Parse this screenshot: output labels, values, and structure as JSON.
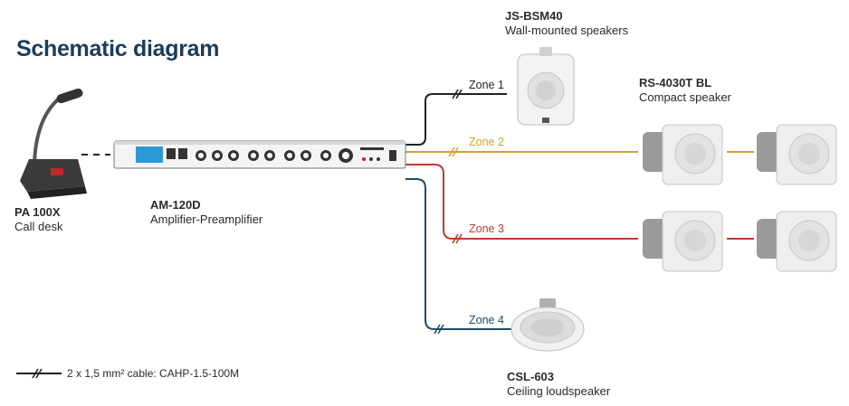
{
  "title": "Schematic diagram",
  "devices": {
    "call_desk": {
      "name": "PA 100X",
      "desc": "Call desk"
    },
    "amplifier": {
      "name": "AM-120D",
      "desc": "Amplifier-Preamplifier"
    },
    "wall_speakers": {
      "name": "JS-BSM40",
      "desc": "Wall-mounted speakers"
    },
    "compact_speaker": {
      "name": "RS-4030T BL",
      "desc": "Compact speaker"
    },
    "ceiling_speaker": {
      "name": "CSL-603",
      "desc": "Ceiling loudspeaker"
    }
  },
  "zones": [
    {
      "label": "Zone 1",
      "color": "#222222"
    },
    {
      "label": "Zone 2",
      "color": "#d9a12a"
    },
    {
      "label": "Zone 3",
      "color": "#c23a2e"
    },
    {
      "label": "Zone 4",
      "color": "#1f4d6b"
    }
  ],
  "legend": {
    "text": "2 x 1,5 mm² cable: CAHP-1.5-100M"
  },
  "colors": {
    "title": "#1c3d5a",
    "panel_accent": "#2a9ad6",
    "speaker_body": "#eeeeee"
  }
}
